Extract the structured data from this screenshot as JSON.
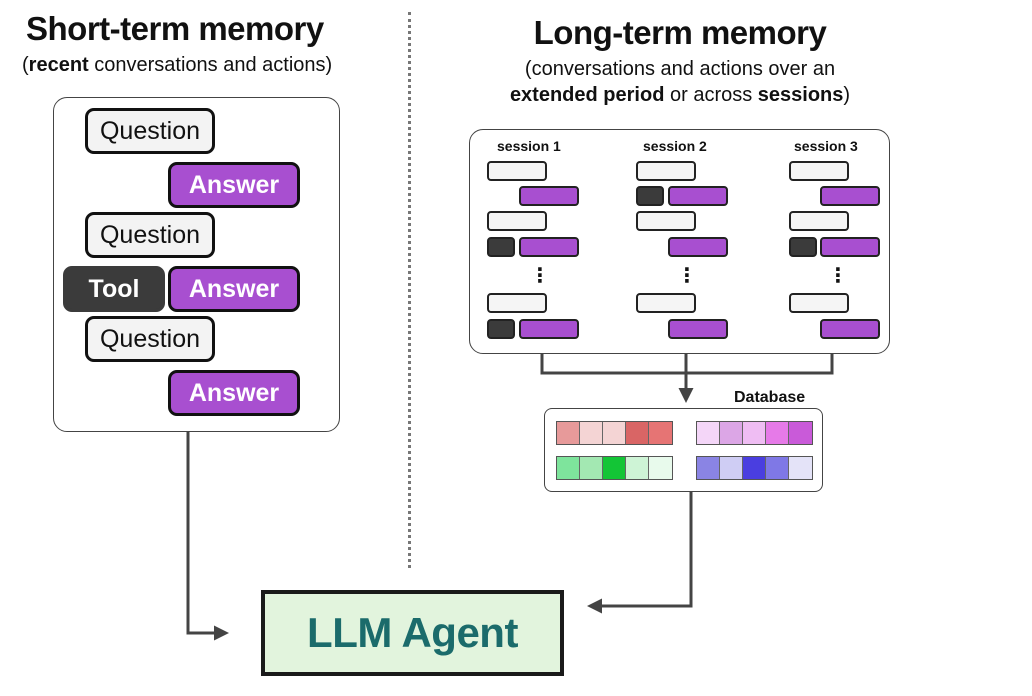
{
  "short_term": {
    "title": "Short-term memory",
    "subtitle_bold": "recent",
    "subtitle_rest": " conversations and actions)",
    "subtitle_open": "(",
    "question_label": "Question",
    "answer_label": "Answer",
    "tool_label": "Tool"
  },
  "long_term": {
    "title": "Long-term memory",
    "subtitle_line1": "(conversations and actions over an",
    "subtitle_bold1": "extended period",
    "subtitle_mid": " or across ",
    "subtitle_bold2": "sessions",
    "subtitle_close": ")",
    "sessions": [
      "session 1",
      "session 2",
      "session 3"
    ],
    "ellipsis": "⋮"
  },
  "database": {
    "label": "Database",
    "blocks": [
      [
        "#e79a9a",
        "#f4d4d4",
        "#f4d4d4",
        "#d96565",
        "#e67474"
      ],
      [
        "#f4d6f8",
        "#dca6e6",
        "#efbdf3",
        "#e67ae8",
        "#c95ad9"
      ],
      [
        "#7ee49c",
        "#a3e8b2",
        "#13c536",
        "#cef4d6",
        "#e8faec"
      ],
      [
        "#8a84e4",
        "#cfcdf4",
        "#4a3ee0",
        "#7f78e6",
        "#e4e3f8"
      ]
    ]
  },
  "agent": {
    "label": "LLM Agent"
  },
  "colors": {
    "answer": "#a84fd0",
    "tool": "#3b3b3b",
    "agent_fill": "#e2f4dd",
    "agent_text": "#1b6b6b",
    "arrow": "#444444"
  }
}
